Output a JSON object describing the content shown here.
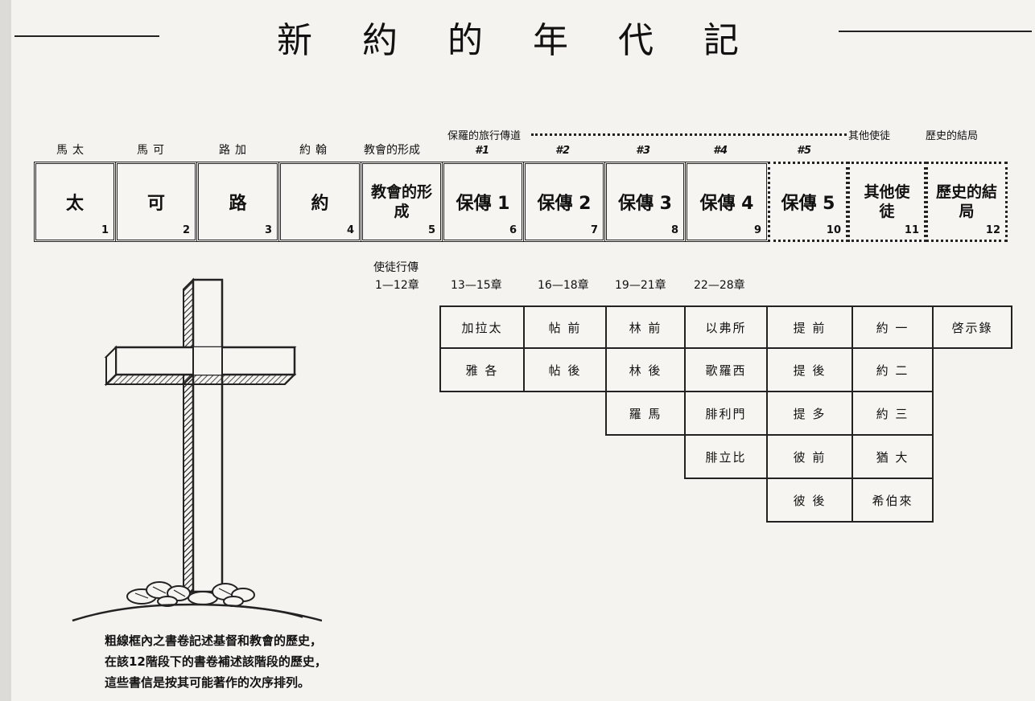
{
  "title": "新 約 的 年 代 記",
  "top_labels": [
    "馬太",
    "馬可",
    "路加",
    "約翰",
    "教會的形成"
  ],
  "route_label": "保羅的旅行傳道",
  "trip_markers": [
    "#1",
    "#2",
    "#3",
    "#4",
    "#5"
  ],
  "end_labels": [
    "其他使徒",
    "歷史的結局"
  ],
  "boxes": [
    {
      "label": "太",
      "num": "1"
    },
    {
      "label": "可",
      "num": "2"
    },
    {
      "label": "路",
      "num": "3"
    },
    {
      "label": "約",
      "num": "4"
    },
    {
      "label": "教會的形成",
      "num": "5"
    },
    {
      "label": "保傳 1",
      "num": "6"
    },
    {
      "label": "保傳 2",
      "num": "7"
    },
    {
      "label": "保傳 3",
      "num": "8"
    },
    {
      "label": "保傳 4",
      "num": "9"
    },
    {
      "label": "保傳 5",
      "num": "10"
    },
    {
      "label": "其他使徒",
      "num": "11"
    },
    {
      "label": "歷史的結局",
      "num": "12"
    }
  ],
  "acts_label": "使徒行傳",
  "chapters": [
    "1—12章",
    "13—15章",
    "16—18章",
    "19—21章",
    "22—28章"
  ],
  "epistle_table": [
    [
      "加拉太",
      "帖 前",
      "林 前",
      "以弗所",
      "提 前",
      "約 一",
      "啓示錄"
    ],
    [
      "雅 各",
      "帖 後",
      "林 後",
      "歌羅西",
      "提 後",
      "約 二"
    ],
    [
      "",
      "",
      "羅 馬",
      "腓利門",
      "提 多",
      "約 三"
    ],
    [
      "",
      "",
      "",
      "腓立比",
      "彼 前",
      "猶 大"
    ],
    [
      "",
      "",
      "",
      "",
      "彼 後",
      "希伯來"
    ]
  ],
  "notes": [
    "粗線框內之書卷記述基督和教會的歷史，",
    "在該12階段下的書卷補述該階段的歷史，",
    "這些書信是按其可能著作的次序排列。"
  ]
}
